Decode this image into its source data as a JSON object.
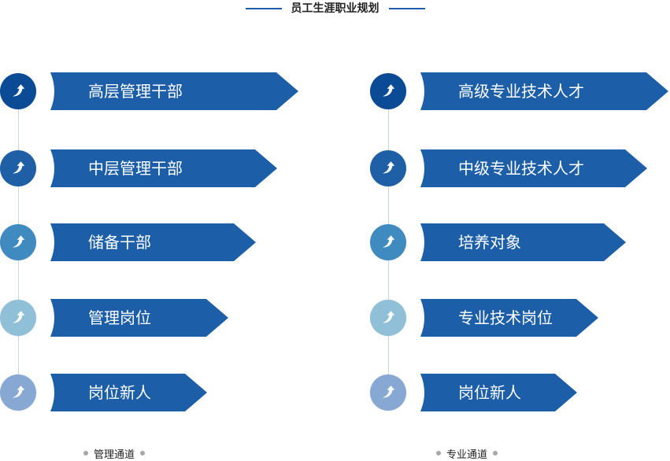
{
  "title": "员工生涯职业规划",
  "colors": {
    "banner": "#1d5ea8",
    "title_line": "#1d5ea8",
    "levels": [
      "#0b4a94",
      "#1e5fa6",
      "#3f8bc0",
      "#8fc0d8",
      "#88a8d4"
    ]
  },
  "tracks": [
    {
      "footer": "管理通道",
      "levels": [
        {
          "label": "高层管理干部",
          "icon": "arrow-curve-up-icon"
        },
        {
          "label": "中层管理干部",
          "icon": "arrow-curve-up-icon"
        },
        {
          "label": "储备干部",
          "icon": "arrow-curve-up-icon"
        },
        {
          "label": "管理岗位",
          "icon": "arrow-curve-up-icon"
        },
        {
          "label": "岗位新人",
          "icon": "arrow-curve-up-icon"
        }
      ]
    },
    {
      "footer": "专业通道",
      "levels": [
        {
          "label": "高级专业技术人才",
          "icon": "arrow-curve-up-icon"
        },
        {
          "label": "中级专业技术人才",
          "icon": "arrow-curve-up-icon"
        },
        {
          "label": "培养对象",
          "icon": "arrow-curve-up-icon"
        },
        {
          "label": "专业技术岗位",
          "icon": "arrow-curve-up-icon"
        },
        {
          "label": "岗位新人",
          "icon": "arrow-curve-up-icon"
        }
      ]
    }
  ]
}
